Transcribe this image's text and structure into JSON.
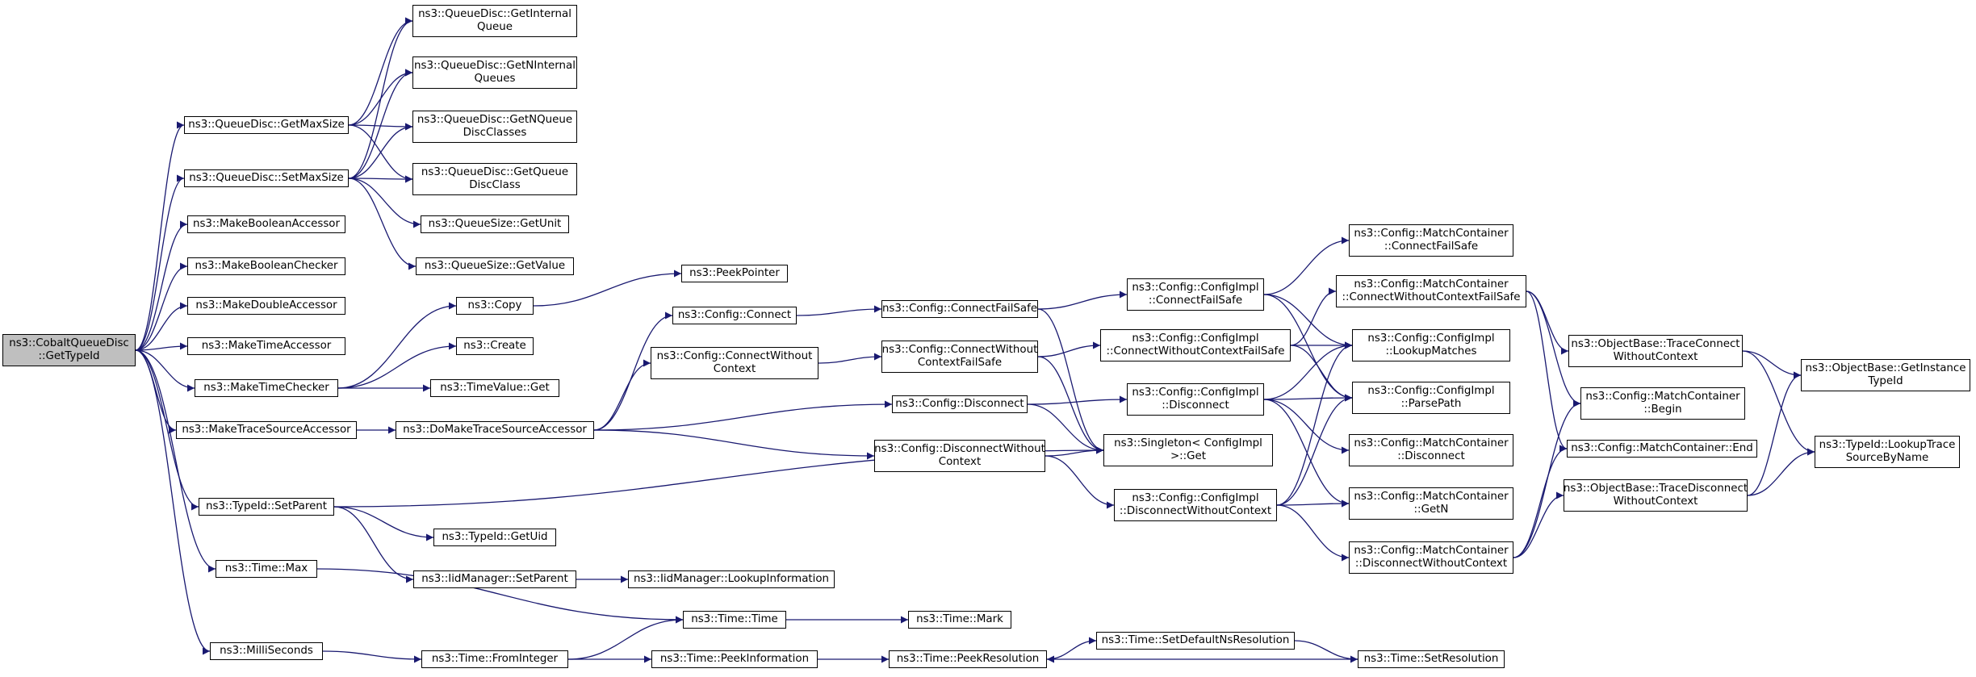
{
  "colors": {
    "edge": "#191970",
    "root_fill": "#bfbfbf",
    "node_fill": "#ffffff",
    "node_border": "#000000"
  },
  "nodes": {
    "root": [
      "ns3::CobaltQueueDisc",
      "::GetTypeId"
    ],
    "getmaxsize": [
      "ns3::QueueDisc::GetMaxSize"
    ],
    "setmaxsize": [
      "ns3::QueueDisc::SetMaxSize"
    ],
    "makeboolacc": [
      "ns3::MakeBooleanAccessor"
    ],
    "makeboolchk": [
      "ns3::MakeBooleanChecker"
    ],
    "makedblacc": [
      "ns3::MakeDoubleAccessor"
    ],
    "maketimeacc": [
      "ns3::MakeTimeAccessor"
    ],
    "maketimechk": [
      "ns3::MakeTimeChecker"
    ],
    "maketracesrc": [
      "ns3::MakeTraceSourceAccessor"
    ],
    "setparent": [
      "ns3::TypeId::SetParent"
    ],
    "timemax": [
      "ns3::Time::Max"
    ],
    "milliseconds": [
      "ns3::MilliSeconds"
    ],
    "getinternal": [
      "ns3::QueueDisc::GetInternal",
      "Queue"
    ],
    "getninternal": [
      "ns3::QueueDisc::GetNInternal",
      "Queues"
    ],
    "getnqueuedisc": [
      "ns3::QueueDisc::GetNQueue",
      "DiscClasses"
    ],
    "getqueuedisc": [
      "ns3::QueueDisc::GetQueue",
      "DiscClass"
    ],
    "qsgetunit": [
      "ns3::QueueSize::GetUnit"
    ],
    "qsgetvalue": [
      "ns3::QueueSize::GetValue"
    ],
    "copy": [
      "ns3::Copy"
    ],
    "create": [
      "ns3::Create"
    ],
    "timevalueget": [
      "ns3::TimeValue::Get"
    ],
    "domaketrace": [
      "ns3::DoMakeTraceSourceAccessor"
    ],
    "typeidgetuid": [
      "ns3::TypeId::GetUid"
    ],
    "iidsetparent": [
      "ns3::IidManager::SetParent"
    ],
    "fromint": [
      "ns3::Time::FromInteger"
    ],
    "peekpointer": [
      "ns3::PeekPointer"
    ],
    "cfgconnect": [
      "ns3::Config::Connect"
    ],
    "cfgconnectwo": [
      "ns3::Config::ConnectWithout",
      "Context"
    ],
    "iidlookupinfo": [
      "ns3::IidManager::LookupInformation"
    ],
    "timetime": [
      "ns3::Time::Time"
    ],
    "peekinfo": [
      "ns3::Time::PeekInformation"
    ],
    "cfgconnectfs": [
      "ns3::Config::ConnectFailSafe"
    ],
    "cfgconnectwofs": [
      "ns3::Config::ConnectWithout",
      "ContextFailSafe"
    ],
    "cfgdisconnect": [
      "ns3::Config::Disconnect"
    ],
    "cfgdisconnectwo": [
      "ns3::Config::DisconnectWithout",
      "Context"
    ],
    "timemark": [
      "ns3::Time::Mark"
    ],
    "peekres": [
      "ns3::Time::PeekResolution"
    ],
    "impconnectfs": [
      "ns3::Config::ConfigImpl",
      "::ConnectFailSafe"
    ],
    "impconnectwofs": [
      "ns3::Config::ConfigImpl",
      "::ConnectWithoutContextFailSafe"
    ],
    "impdisconnect": [
      "ns3::Config::ConfigImpl",
      "::Disconnect"
    ],
    "impdisconnectwo": [
      "ns3::Config::ConfigImpl",
      "::DisconnectWithoutContext"
    ],
    "singleton": [
      "ns3::Singleton< ConfigImpl",
      " >::Get"
    ],
    "setdefaultns": [
      "ns3::Time::SetDefaultNsResolution"
    ],
    "mcconnectfs": [
      "ns3::Config::MatchContainer",
      "::ConnectFailSafe"
    ],
    "mcconnectwofs": [
      "ns3::Config::MatchContainer",
      "::ConnectWithoutContextFailSafe"
    ],
    "lookupmatches": [
      "ns3::Config::ConfigImpl",
      "::LookupMatches"
    ],
    "parsepath": [
      "ns3::Config::ConfigImpl",
      "::ParsePath"
    ],
    "mcdisconnect": [
      "ns3::Config::MatchContainer",
      "::Disconnect"
    ],
    "mcgetn": [
      "ns3::Config::MatchContainer",
      "::GetN"
    ],
    "mcdisconnectwo": [
      "ns3::Config::MatchContainer",
      "::DisconnectWithoutContext"
    ],
    "setresolution": [
      "ns3::Time::SetResolution"
    ],
    "obtraceconnectwo": [
      "ns3::ObjectBase::TraceConnect",
      "WithoutContext"
    ],
    "mcbegin": [
      "ns3::Config::MatchContainer",
      "::Begin"
    ],
    "mcend": [
      "ns3::Config::MatchContainer::End"
    ],
    "obtracediscwo": [
      "ns3::ObjectBase::TraceDisconnect",
      "WithoutContext"
    ],
    "getinstancetid": [
      "ns3::ObjectBase::GetInstance",
      "TypeId"
    ],
    "lookuptrace": [
      "ns3::TypeId::LookupTrace",
      "SourceByName"
    ]
  },
  "edges": [
    [
      "root",
      "getmaxsize"
    ],
    [
      "root",
      "setmaxsize"
    ],
    [
      "root",
      "makeboolacc"
    ],
    [
      "root",
      "makeboolchk"
    ],
    [
      "root",
      "makedblacc"
    ],
    [
      "root",
      "maketimeacc"
    ],
    [
      "root",
      "maketimechk"
    ],
    [
      "root",
      "maketracesrc"
    ],
    [
      "root",
      "setparent"
    ],
    [
      "root",
      "timemax"
    ],
    [
      "root",
      "milliseconds"
    ],
    [
      "getmaxsize",
      "getinternal"
    ],
    [
      "getmaxsize",
      "getninternal"
    ],
    [
      "getmaxsize",
      "getnqueuedisc"
    ],
    [
      "getmaxsize",
      "getqueuedisc"
    ],
    [
      "setmaxsize",
      "getinternal"
    ],
    [
      "setmaxsize",
      "getninternal"
    ],
    [
      "setmaxsize",
      "getnqueuedisc"
    ],
    [
      "setmaxsize",
      "getqueuedisc"
    ],
    [
      "setmaxsize",
      "qsgetunit"
    ],
    [
      "setmaxsize",
      "qsgetvalue"
    ],
    [
      "maketimechk",
      "copy"
    ],
    [
      "maketimechk",
      "create"
    ],
    [
      "maketimechk",
      "timevalueget"
    ],
    [
      "maketracesrc",
      "domaketrace"
    ],
    [
      "setparent",
      "typeidgetuid"
    ],
    [
      "setparent",
      "iidsetparent"
    ],
    [
      "setparent",
      "singleton"
    ],
    [
      "timemax",
      "timetime"
    ],
    [
      "milliseconds",
      "fromint"
    ],
    [
      "copy",
      "peekpointer"
    ],
    [
      "domaketrace",
      "cfgconnect"
    ],
    [
      "domaketrace",
      "cfgconnectwo"
    ],
    [
      "domaketrace",
      "cfgdisconnect"
    ],
    [
      "domaketrace",
      "cfgdisconnectwo"
    ],
    [
      "iidsetparent",
      "iidlookupinfo"
    ],
    [
      "fromint",
      "timetime"
    ],
    [
      "fromint",
      "peekinfo"
    ],
    [
      "cfgconnect",
      "cfgconnectfs"
    ],
    [
      "cfgconnectwo",
      "cfgconnectwofs"
    ],
    [
      "cfgdisconnect",
      "impdisconnect"
    ],
    [
      "cfgdisconnect",
      "singleton"
    ],
    [
      "cfgdisconnectwo",
      "singleton"
    ],
    [
      "cfgdisconnectwo",
      "impdisconnectwo"
    ],
    [
      "timetime",
      "timemark"
    ],
    [
      "peekinfo",
      "peekres"
    ],
    [
      "cfgconnectfs",
      "impconnectfs"
    ],
    [
      "cfgconnectfs",
      "singleton"
    ],
    [
      "cfgconnectwofs",
      "impconnectwofs"
    ],
    [
      "cfgconnectwofs",
      "singleton"
    ],
    [
      "peekres",
      "setdefaultns"
    ],
    [
      "impconnectfs",
      "mcconnectfs"
    ],
    [
      "impconnectfs",
      "lookupmatches"
    ],
    [
      "impconnectfs",
      "parsepath"
    ],
    [
      "impconnectwofs",
      "mcconnectwofs"
    ],
    [
      "impconnectwofs",
      "lookupmatches"
    ],
    [
      "impconnectwofs",
      "parsepath"
    ],
    [
      "impdisconnect",
      "lookupmatches"
    ],
    [
      "impdisconnect",
      "parsepath"
    ],
    [
      "impdisconnect",
      "mcdisconnect"
    ],
    [
      "impdisconnect",
      "mcgetn"
    ],
    [
      "impdisconnectwo",
      "lookupmatches"
    ],
    [
      "impdisconnectwo",
      "parsepath"
    ],
    [
      "impdisconnectwo",
      "mcgetn"
    ],
    [
      "impdisconnectwo",
      "mcdisconnectwo"
    ],
    [
      "setdefaultns",
      "setresolution"
    ],
    [
      "setresolution",
      "peekres"
    ],
    [
      "mcconnectwofs",
      "obtraceconnectwo"
    ],
    [
      "mcconnectwofs",
      "mcbegin"
    ],
    [
      "mcconnectwofs",
      "mcend"
    ],
    [
      "mcdisconnectwo",
      "mcbegin"
    ],
    [
      "mcdisconnectwo",
      "mcend"
    ],
    [
      "mcdisconnectwo",
      "obtracediscwo"
    ],
    [
      "obtraceconnectwo",
      "getinstancetid"
    ],
    [
      "obtraceconnectwo",
      "lookuptrace"
    ],
    [
      "obtracediscwo",
      "getinstancetid"
    ],
    [
      "obtracediscwo",
      "lookuptrace"
    ]
  ]
}
